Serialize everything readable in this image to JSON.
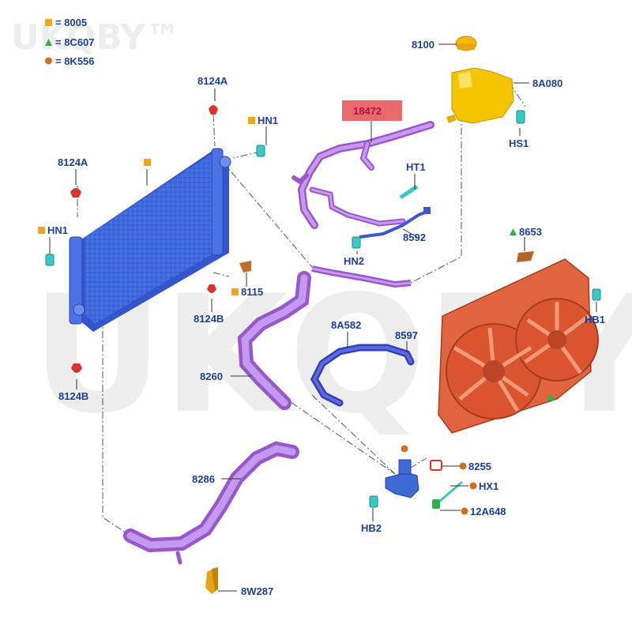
{
  "watermark": {
    "top_left": "UKQBY™",
    "center": "UKQBY™"
  },
  "legend": [
    {
      "symbol": "square",
      "color": "#f2a516",
      "text": "= 8005"
    },
    {
      "symbol": "triangle",
      "color": "#2db34a",
      "text": "= 8C607"
    },
    {
      "symbol": "circle",
      "color": "#d0701e",
      "text": "= 8K556"
    }
  ],
  "colors": {
    "radiator": "#3f6ae0",
    "hose": "#b67ae0",
    "fan": "#e0643f",
    "tank": "#f5c400",
    "clip": "#38c9c2",
    "highlight": "#e96a6a"
  },
  "labels": {
    "p8100": "8100",
    "p8A080": "8A080",
    "pHS1": "HS1",
    "p18472": "18472",
    "pHT1": "HT1",
    "p8592": "8592",
    "pHN2": "HN2",
    "p8124A_top": "8124A",
    "pHN1_top": "HN1",
    "p8124A_left": "8124A",
    "pHN1_left": "HN1",
    "p8115": "8115",
    "p8124B_mid": "8124B",
    "p8124B_low": "8124B",
    "p8653": "8653",
    "pHB1": "HB1",
    "p8A582": "8A582",
    "p8597": "8597",
    "p8260": "8260",
    "p8255": "8255",
    "pHX1": "HX1",
    "p12A648": "12A648",
    "pHB2": "HB2",
    "p8286": "8286",
    "p8W287": "8W287"
  }
}
